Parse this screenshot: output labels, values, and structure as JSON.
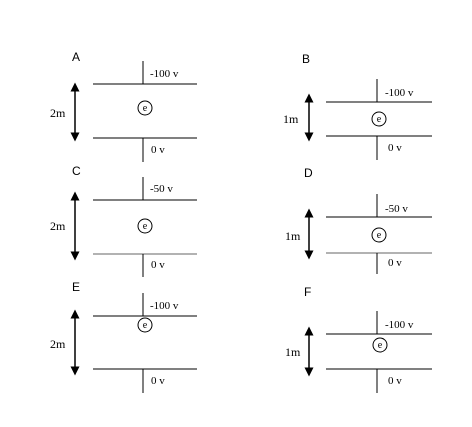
{
  "panels": [
    {
      "id": "A",
      "label": "A",
      "top_voltage": "-100 v",
      "bottom_voltage": "0 v",
      "distance": "2m",
      "electron": "e"
    },
    {
      "id": "B",
      "label": "B",
      "top_voltage": "-100 v",
      "bottom_voltage": "0 v",
      "distance": "1m",
      "electron": "e"
    },
    {
      "id": "C",
      "label": "C",
      "top_voltage": "-50 v",
      "bottom_voltage": "0 v",
      "distance": "2m",
      "electron": "e"
    },
    {
      "id": "D",
      "label": "D",
      "top_voltage": "-50 v",
      "bottom_voltage": "0 v",
      "distance": "1m",
      "electron": "e"
    },
    {
      "id": "E",
      "label": "E",
      "top_voltage": "-100 v",
      "bottom_voltage": "0 v",
      "distance": "2m",
      "electron": "e"
    },
    {
      "id": "F",
      "label": "F",
      "top_voltage": "-100 v",
      "bottom_voltage": "0 v",
      "distance": "1m",
      "electron": "e"
    }
  ]
}
